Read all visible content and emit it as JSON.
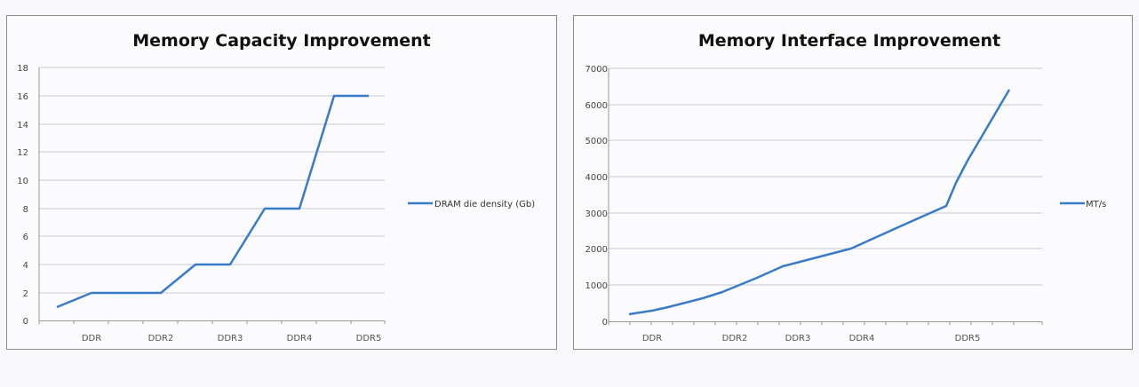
{
  "chart_data": [
    {
      "type": "line",
      "title": "Memory Capacity Improvement",
      "xlabel": "",
      "ylabel": "",
      "ylim": [
        0,
        18
      ],
      "yticks": [
        0,
        2,
        4,
        6,
        8,
        10,
        12,
        14,
        16,
        18
      ],
      "x": [
        1,
        2,
        3,
        4,
        5,
        6,
        7,
        8,
        9
      ],
      "category_labels": [
        "DDR",
        "DDR2",
        "DDR3",
        "DDR4",
        "DDR5"
      ],
      "series": [
        {
          "name": "DRAM die density (Gb)",
          "values": [
            1,
            2,
            2,
            4,
            4,
            8,
            8,
            16,
            16
          ],
          "color": "#3a7bc8"
        }
      ],
      "grid": true,
      "legend_position": "right"
    },
    {
      "type": "line",
      "title": "Memory Interface Improvement",
      "xlabel": "",
      "ylabel": "",
      "ylim": [
        0,
        7000
      ],
      "yticks": [
        0,
        1000,
        2000,
        3000,
        4000,
        5000,
        6000,
        7000
      ],
      "category_labels": [
        "DDR",
        "DDR2",
        "DDR3",
        "DDR4",
        "DDR5"
      ],
      "series": [
        {
          "name": "MT/s",
          "values": [
            200,
            400,
            800,
            1600,
            2000,
            2666,
            3200,
            4400,
            6400
          ],
          "color": "#3a7bc8"
        }
      ],
      "grid": true,
      "legend_position": "right"
    }
  ],
  "left": {
    "title": "Memory Capacity Improvement",
    "yticks": [
      "0",
      "2",
      "4",
      "6",
      "8",
      "10",
      "12",
      "14",
      "16",
      "18"
    ],
    "categories": [
      "DDR",
      "DDR2",
      "DDR3",
      "DDR4",
      "DDR5"
    ],
    "legend": "DRAM die density (Gb)"
  },
  "right": {
    "title": "Memory Interface Improvement",
    "yticks": [
      "0",
      "1000",
      "2000",
      "3000",
      "4000",
      "5000",
      "6000",
      "7000"
    ],
    "categories": [
      "DDR",
      "DDR2",
      "DDR3",
      "DDR4",
      "DDR5"
    ],
    "legend": "MT/s"
  },
  "colors": {
    "line": "#3a7bc8",
    "grid": "#c8c8cc",
    "axis": "#999999"
  }
}
